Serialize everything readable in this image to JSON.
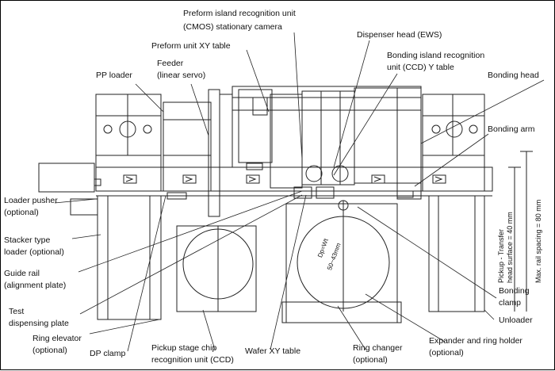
{
  "labels": {
    "preform_camera_1": "Preform island recognition unit",
    "preform_camera_2": "(CMOS) stationary camera",
    "preform_xy_table": "Preform unit XY table",
    "dispenser_head": "Dispenser head (EWS)",
    "bonding_island_1": "Bonding island recognition",
    "bonding_island_2": "unit (CCD) Y table",
    "feeder_1": "Feeder",
    "feeder_2": "(linear servo)",
    "pp_loader": "PP loader",
    "bonding_head": "Bonding head",
    "bonding_arm": "Bonding arm",
    "loader_pusher_1": "Loader pusher",
    "loader_pusher_2": "(optional)",
    "stacker_1": "Stacker type",
    "stacker_2": "loader (optional)",
    "guide_rail_1": "Guide rail",
    "guide_rail_2": "(alignment plate)",
    "test_plate_1": "Test",
    "test_plate_2": "dispensing plate",
    "ring_elevator_1": "Ring elevator",
    "ring_elevator_2": "(optional)",
    "dp_clamp": "DP clamp",
    "pickup_stage_1": "Pickup stage chip",
    "pickup_stage_2": "recognition unit (CCD)",
    "wafer_xy": "Wafer XY table",
    "ring_changer_1": "Ring changer",
    "ring_changer_2": "(optional)",
    "expander_1": "Expander and ring holder",
    "expander_2": "(optional)",
    "bonding_clamp_1": "Bonding",
    "bonding_clamp_2": "clamp",
    "unloader": "Unloader",
    "dim_1a": "Pickup - Transfer",
    "dim_1b": "head surface = 40 mm",
    "dim_2": "Max. rail spacing = 80 mm",
    "wafer_dim_1": "Dp=Wt",
    "wafer_dim_2": "50~43mm"
  }
}
